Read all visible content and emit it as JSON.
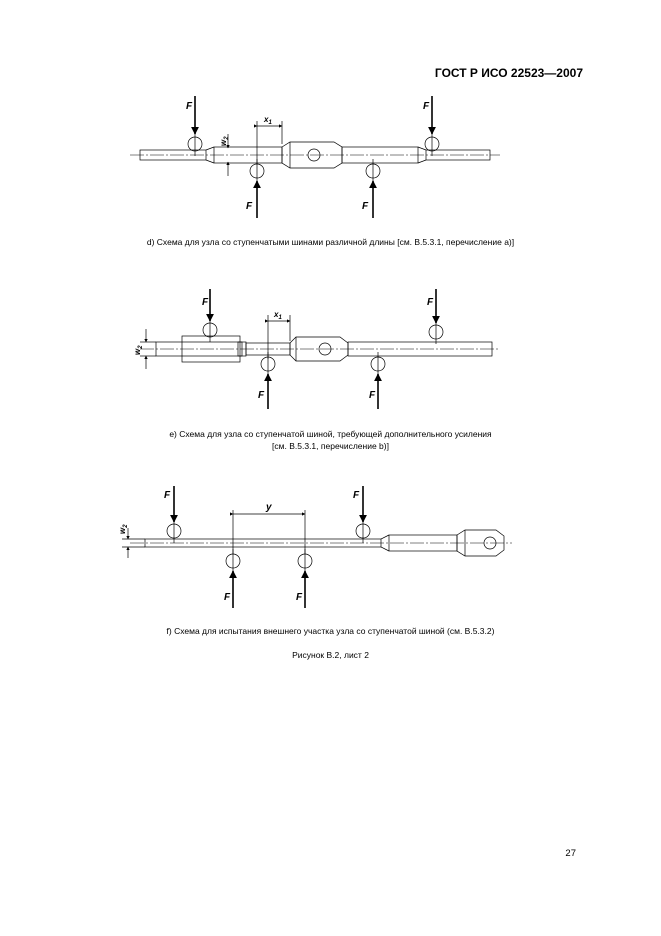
{
  "header": {
    "standard": "ГОСТ Р ИСО 22523—2007"
  },
  "labels": {
    "force": "F",
    "x1": "x",
    "x1_sub": "1",
    "w2": "w",
    "w2_sub": "2",
    "y": "y"
  },
  "figures": [
    {
      "caption": "d) Схема для узла со ступенчатыми шинами различной длины [см. В.5.3.1, перечисление a)]"
    },
    {
      "caption_line1": "e) Схема для узла со ступенчатой шиной, требующей дополнительного усиления",
      "caption_line2": "[см. В.5.3.1, перечисление b)]"
    },
    {
      "caption": "f) Схема для испытания внешнего участка узла со ступенчатой шиной (см. В.5.3.2)"
    }
  ],
  "figure_caption": "Рисунок В.2, лист 2",
  "page_number": "27"
}
